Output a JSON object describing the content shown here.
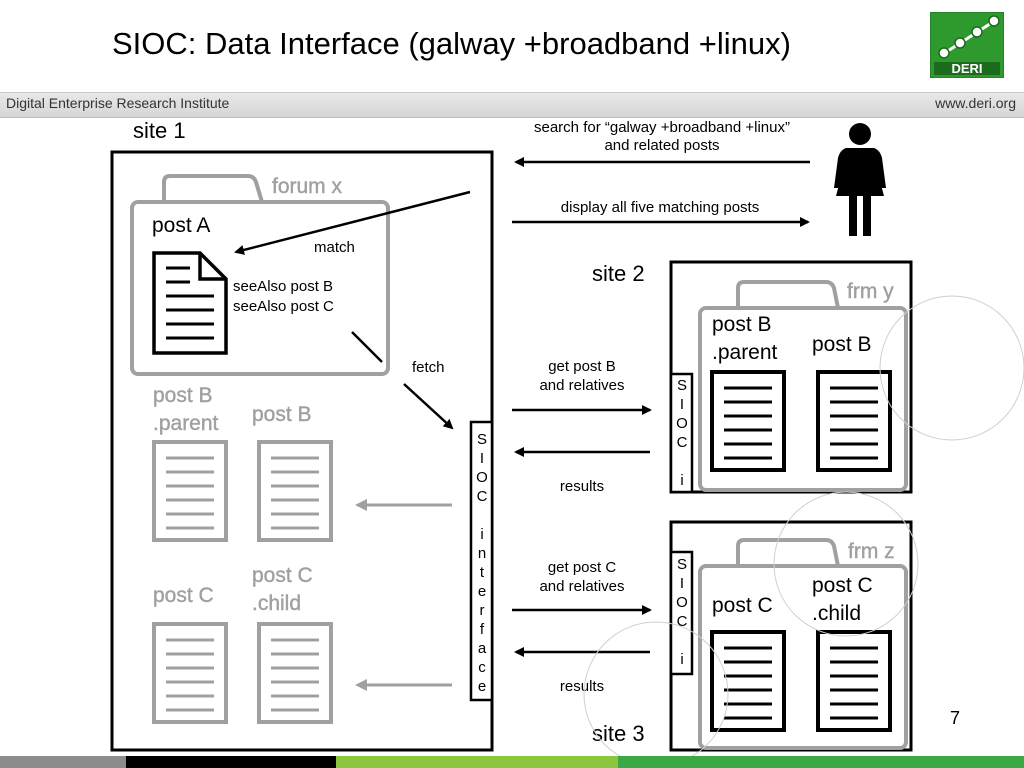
{
  "slide": {
    "title": "SIOC: Data Interface (galway +broadband +linux)",
    "header_left": "Digital Enterprise Research Institute",
    "header_right": "www.deri.org",
    "logo_text": "DERI",
    "page_number": "7"
  },
  "colors": {
    "logo_green": "#2e9a2e",
    "band_gray": "#8c8c8c",
    "band_black": "#000000",
    "band_lime": "#8cc63f",
    "band_green": "#39a845",
    "muted_gray": "#a0a0a0"
  },
  "site1": {
    "label": "site 1",
    "forum_label": "forum x",
    "post_a_label": "post A",
    "see_also_b": "seeAlso post B",
    "see_also_c": "seeAlso post C",
    "match_label": "match",
    "fetch_label": "fetch",
    "post_b_parent_line1": "post B",
    "post_b_parent_line2": ".parent",
    "post_b_label": "post B",
    "post_c_label": "post C",
    "post_c_child_line1": "post C",
    "post_c_child_line2": ".child",
    "interface_text": [
      "S",
      "I",
      "O",
      "C",
      "",
      "i",
      "n",
      "t",
      "e",
      "r",
      "f",
      "a",
      "c",
      "e"
    ]
  },
  "user": {
    "search_line1": "search for “galway +broadband +linux”",
    "search_line2": "and related posts",
    "display_label": "display all five matching posts"
  },
  "site2": {
    "label": "site 2",
    "forum_label": "frm y",
    "post_b_parent_line1": "post B",
    "post_b_parent_line2": ".parent",
    "post_b_label": "post B",
    "interface_text": [
      "S",
      "I",
      "O",
      "C",
      "",
      "i"
    ],
    "request_line1": "get post B",
    "request_line2": "and relatives",
    "results_label": "results"
  },
  "site3": {
    "label": "site 3",
    "forum_label": "frm z",
    "post_c_label": "post C",
    "post_c_child_line1": "post C",
    "post_c_child_line2": ".child",
    "interface_text": [
      "S",
      "I",
      "O",
      "C",
      "",
      "i"
    ],
    "request_line1": "get post C",
    "request_line2": "and relatives",
    "results_label": "results"
  }
}
